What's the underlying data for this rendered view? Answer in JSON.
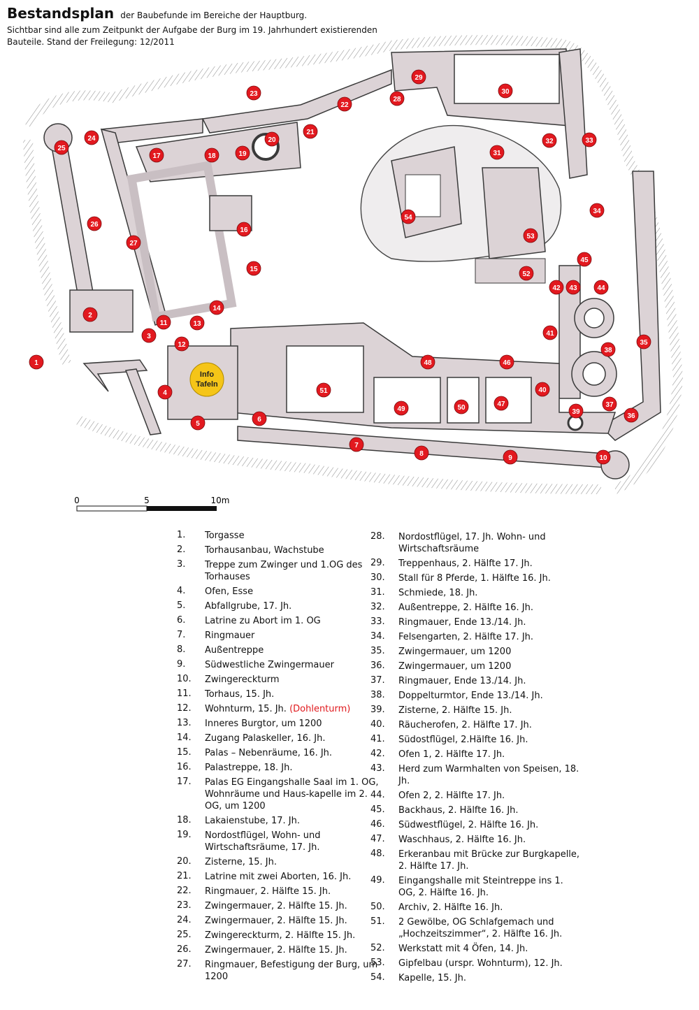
{
  "header": {
    "title": "Bestandsplan",
    "subtitle": "der Baubefunde im Bereiche der Hauptburg.",
    "description_line1": "Sichtbar sind alle zum Zeitpunkt der Aufgabe der Burg im 19. Jahrhundert existierenden",
    "description_line2": "Bauteile. Stand der Freilegung: 12/2011"
  },
  "info_marker": {
    "line1": "Info",
    "line2": "Tafeln"
  },
  "scale_bar": {
    "labels": [
      "0",
      "5",
      "10m"
    ]
  },
  "colors": {
    "wall_fill": "#dcd3d6",
    "wall_stroke": "#3a3a3a",
    "marker": "#e2191f",
    "info": "#f5c518",
    "note_red": "#e0191d"
  },
  "markers": [
    {
      "n": "1"
    },
    {
      "n": "2"
    },
    {
      "n": "3"
    },
    {
      "n": "4"
    },
    {
      "n": "5"
    },
    {
      "n": "6"
    },
    {
      "n": "7"
    },
    {
      "n": "8"
    },
    {
      "n": "9"
    },
    {
      "n": "10"
    },
    {
      "n": "11"
    },
    {
      "n": "12"
    },
    {
      "n": "13"
    },
    {
      "n": "14"
    },
    {
      "n": "15"
    },
    {
      "n": "16"
    },
    {
      "n": "17"
    },
    {
      "n": "18"
    },
    {
      "n": "19"
    },
    {
      "n": "20"
    },
    {
      "n": "21"
    },
    {
      "n": "22"
    },
    {
      "n": "23"
    },
    {
      "n": "24"
    },
    {
      "n": "25"
    },
    {
      "n": "26"
    },
    {
      "n": "27"
    },
    {
      "n": "28"
    },
    {
      "n": "29"
    },
    {
      "n": "30"
    },
    {
      "n": "31"
    },
    {
      "n": "32"
    },
    {
      "n": "33"
    },
    {
      "n": "34"
    },
    {
      "n": "35"
    },
    {
      "n": "36"
    },
    {
      "n": "37"
    },
    {
      "n": "38"
    },
    {
      "n": "39"
    },
    {
      "n": "40"
    },
    {
      "n": "41"
    },
    {
      "n": "42"
    },
    {
      "n": "43"
    },
    {
      "n": "44"
    },
    {
      "n": "45"
    },
    {
      "n": "46"
    },
    {
      "n": "47"
    },
    {
      "n": "48"
    },
    {
      "n": "49"
    },
    {
      "n": "50"
    },
    {
      "n": "51"
    },
    {
      "n": "52"
    },
    {
      "n": "53"
    },
    {
      "n": "54"
    }
  ],
  "legend": [
    {
      "n": "1.",
      "t": "Torgasse"
    },
    {
      "n": "2.",
      "t": "Torhausanbau, Wachstube"
    },
    {
      "n": "3.",
      "t": "Treppe zum Zwinger und 1.OG des Torhauses"
    },
    {
      "n": "4.",
      "t": "Ofen, Esse"
    },
    {
      "n": "5.",
      "t": "Abfallgrube, 17. Jh."
    },
    {
      "n": "6.",
      "t": "Latrine zu Abort im 1. OG"
    },
    {
      "n": "7.",
      "t": "Ringmauer"
    },
    {
      "n": "8.",
      "t": "Außentreppe"
    },
    {
      "n": "9.",
      "t": "Südwestliche Zwingermauer"
    },
    {
      "n": "10.",
      "t": "Zwingereckturm"
    },
    {
      "n": "11.",
      "t": "Torhaus, 15. Jh."
    },
    {
      "n": "12.",
      "t": "Wohnturm, 15. Jh.",
      "note": "(Dohlenturm)"
    },
    {
      "n": "13.",
      "t": "Inneres Burgtor, um 1200"
    },
    {
      "n": "14.",
      "t": "Zugang Palaskeller, 16. Jh."
    },
    {
      "n": "15.",
      "t": "Palas – Nebenräume, 16. Jh."
    },
    {
      "n": "16.",
      "t": "Palastreppe, 18. Jh."
    },
    {
      "n": "17.",
      "t": "Palas EG Eingangshalle  Saal im 1. OG, Wohnräume und Haus-kapelle im 2. OG, um 1200"
    },
    {
      "n": "18.",
      "t": "Lakaienstube, 17. Jh."
    },
    {
      "n": "19.",
      "t": "Nordostflügel, Wohn- und Wirtschaftsräume, 17. Jh."
    },
    {
      "n": "20.",
      "t": "Zisterne, 15. Jh."
    },
    {
      "n": "21.",
      "t": "Latrine mit zwei Aborten, 16. Jh."
    },
    {
      "n": "22.",
      "t": "Ringmauer, 2. Hälfte 15. Jh."
    },
    {
      "n": "23.",
      "t": "Zwingermauer, 2. Hälfte 15. Jh."
    },
    {
      "n": "24.",
      "t": "Zwingermauer, 2. Hälfte 15. Jh."
    },
    {
      "n": "25.",
      "t": "Zwingereckturm, 2. Hälfte 15. Jh."
    },
    {
      "n": "26.",
      "t": "Zwingermauer, 2. Hälfte 15. Jh."
    },
    {
      "n": "27.",
      "t": "Ringmauer, Befestigung der Burg, um 1200"
    },
    {
      "n": "28.",
      "t": "Nordostflügel, 17. Jh. Wohn- und Wirtschaftsräume"
    },
    {
      "n": "29.",
      "t": "Treppenhaus, 2. Hälfte 17. Jh."
    },
    {
      "n": "30.",
      "t": "Stall für 8 Pferde,  1. Hälfte 16.  Jh."
    },
    {
      "n": "31.",
      "t": "Schmiede, 18. Jh."
    },
    {
      "n": "32.",
      "t": "Außentreppe, 2. Hälfte 16. Jh."
    },
    {
      "n": "33.",
      "t": "Ringmauer, Ende 13./14. Jh."
    },
    {
      "n": "34.",
      "t": "Felsengarten, 2.  Hälfte 17. Jh."
    },
    {
      "n": "35.",
      "t": "Zwingermauer, um 1200"
    },
    {
      "n": "36.",
      "t": "Zwingermauer, um 1200"
    },
    {
      "n": "37.",
      "t": "Ringmauer, Ende 13./14. Jh."
    },
    {
      "n": "38.",
      "t": "Doppelturmtor, Ende 13./14. Jh."
    },
    {
      "n": "39.",
      "t": "Zisterne, 2. Hälfte 15. Jh."
    },
    {
      "n": "40.",
      "t": "Räucherofen, 2. Hälfte  17. Jh."
    },
    {
      "n": "41.",
      "t": "Südostflügel, 2.Hälfte 16. Jh."
    },
    {
      "n": "42.",
      "t": "Ofen 1,    2. Hälfte 17. Jh."
    },
    {
      "n": "43.",
      "t": "Herd  zum Warmhalten von Speisen, 18. Jh."
    },
    {
      "n": "44.",
      "t": "Ofen 2,    2. Hälfte 17. Jh."
    },
    {
      "n": "45.",
      "t": "Backhaus, 2. Hälfte 16. Jh."
    },
    {
      "n": "46.",
      "t": "Südwestflügel, 2. Hälfte 16. Jh."
    },
    {
      "n": "47.",
      "t": "Waschhaus, 2. Hälfte 16. Jh."
    },
    {
      "n": "48.",
      "t": "Erkeranbau mit Brücke zur Burgkapelle, 2. Hälfte 17. Jh."
    },
    {
      "n": "49.",
      "t": "Eingangshalle mit Steintreppe ins 1. OG, 2. Hälfte 16. Jh."
    },
    {
      "n": "50.",
      "t": "Archiv, 2. Hälfte 16. Jh."
    },
    {
      "n": "51.",
      "t": "2 Gewölbe, OG Schlafgemach und „Hochzeitszimmer“,  2. Hälfte 16. Jh."
    },
    {
      "n": "52.",
      "t": "Werkstatt  mit 4 Öfen, 14.  Jh."
    },
    {
      "n": "53.",
      "t": "Gipfelbau (urspr.  Wohnturm), 12. Jh."
    },
    {
      "n": "54.",
      "t": "Kapelle, 15. Jh."
    }
  ]
}
